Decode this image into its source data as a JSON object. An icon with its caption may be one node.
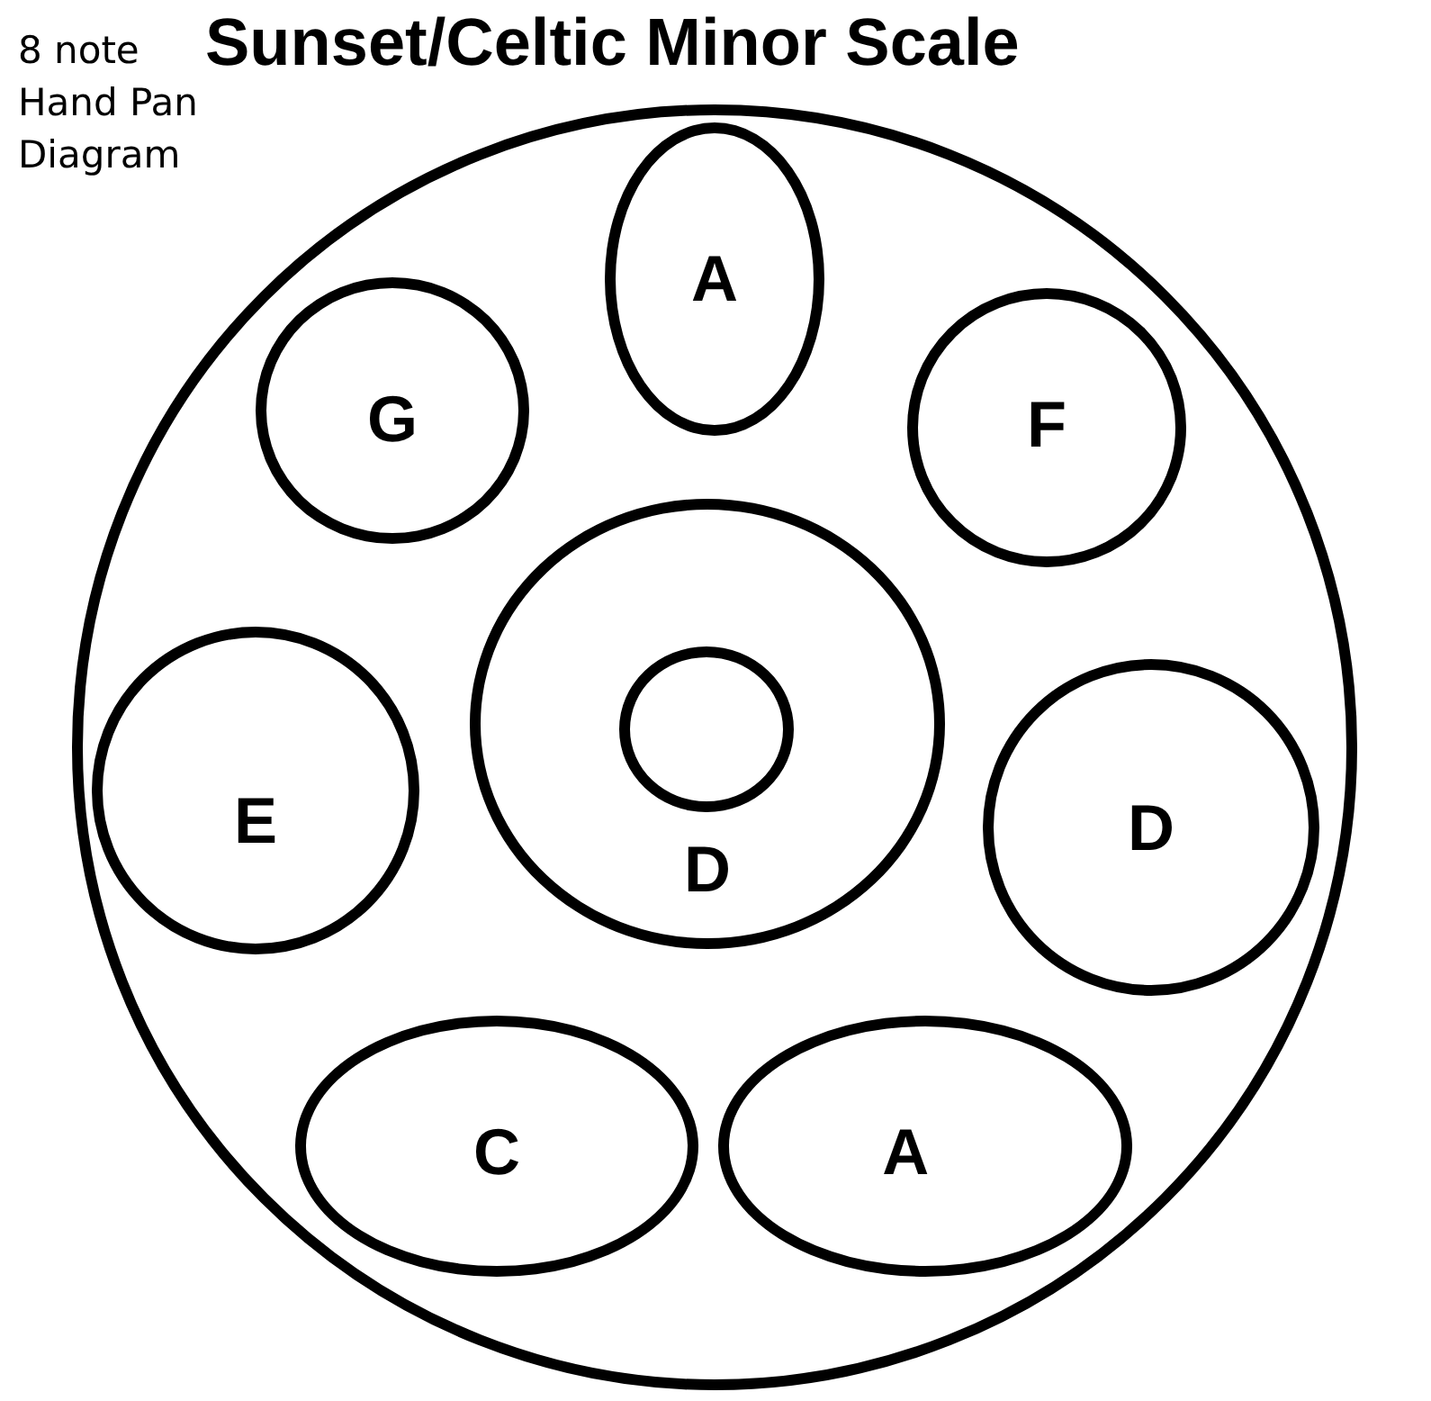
{
  "diagram": {
    "title": "Sunset/Celtic Minor Scale",
    "nodes": [
      {
        "text": [],
        "shape": "circle"
      },
      {
        "text": [
          "A"
        ],
        "in": 0
      },
      {
        "text": [
          "G"
        ],
        "in": 0
      },
      {
        "text": [
          "F"
        ],
        "in": 0
      },
      {
        "text": [
          "D"
        ],
        "in": 0
      },
      {
        "text": [],
        "shape": "circle",
        "in": 4
      },
      {
        "text": [
          "E"
        ],
        "in": 0
      },
      {
        "text": [
          "D"
        ],
        "in": 0
      },
      {
        "text": [
          "C"
        ],
        "in": 0
      },
      {
        "text": [
          "A"
        ],
        "in": 0
      }
    ],
    "edges": [],
    "labels": [
      "8 note Hand Pan Diagram"
    ]
  }
}
